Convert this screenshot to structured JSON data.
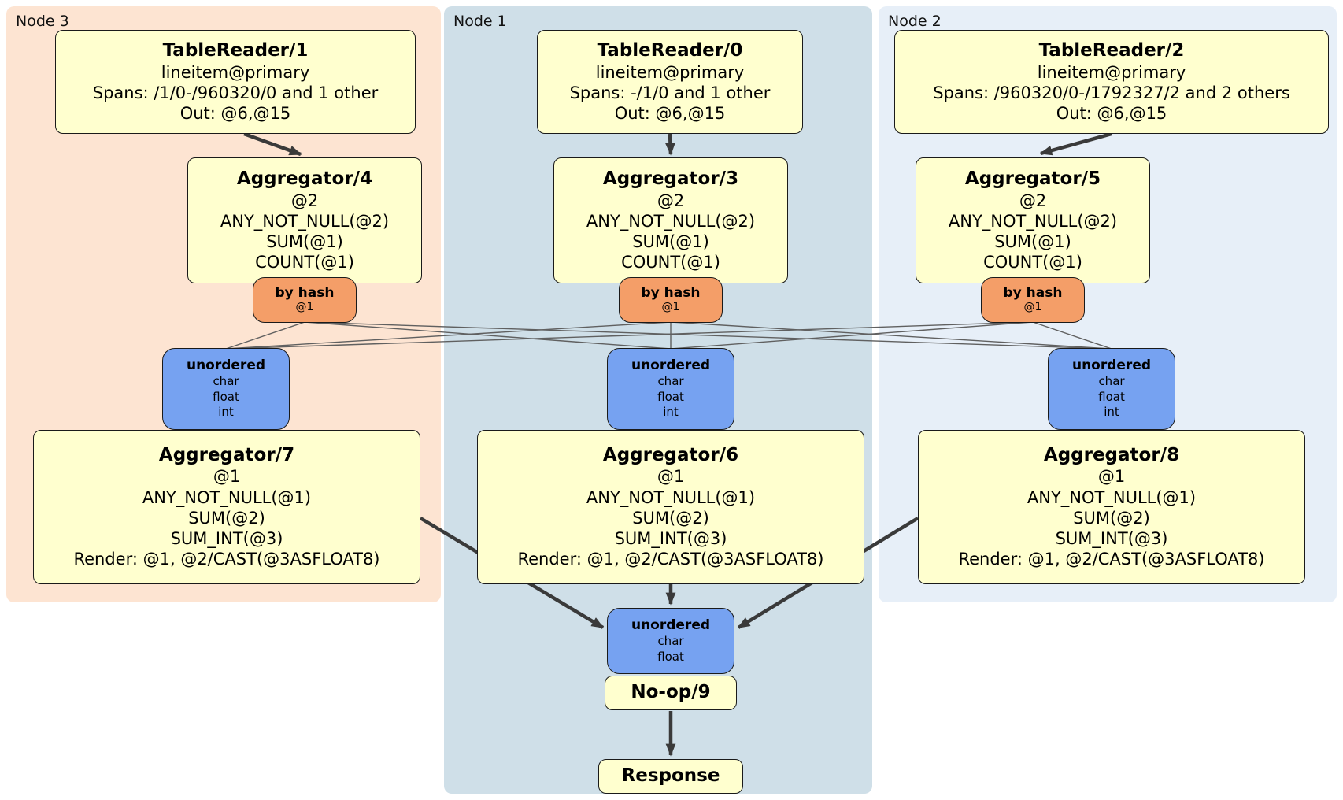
{
  "nodes": [
    {
      "label": "Node 3",
      "table_reader": {
        "title": "TableReader/1",
        "lines": [
          "lineitem@primary",
          "Spans: /1/0-/960320/0 and 1 other",
          "Out: @6,@15"
        ]
      },
      "agg_top": {
        "title": "Aggregator/4",
        "lines": [
          "@2",
          "ANY_NOT_NULL(@2)",
          "SUM(@1)",
          "COUNT(@1)"
        ]
      },
      "router": {
        "title": "by hash",
        "sub": "@1"
      },
      "sync": {
        "title": "unordered",
        "lines": [
          "char",
          "float",
          "int"
        ]
      },
      "agg_bottom": {
        "title": "Aggregator/7",
        "lines": [
          "@1",
          "ANY_NOT_NULL(@1)",
          "SUM(@2)",
          "SUM_INT(@3)",
          "Render: @1, @2/CAST(@3ASFLOAT8)"
        ]
      }
    },
    {
      "label": "Node 1",
      "table_reader": {
        "title": "TableReader/0",
        "lines": [
          "lineitem@primary",
          "Spans: -/1/0 and 1 other",
          "Out: @6,@15"
        ]
      },
      "agg_top": {
        "title": "Aggregator/3",
        "lines": [
          "@2",
          "ANY_NOT_NULL(@2)",
          "SUM(@1)",
          "COUNT(@1)"
        ]
      },
      "router": {
        "title": "by hash",
        "sub": "@1"
      },
      "sync": {
        "title": "unordered",
        "lines": [
          "char",
          "float",
          "int"
        ]
      },
      "agg_bottom": {
        "title": "Aggregator/6",
        "lines": [
          "@1",
          "ANY_NOT_NULL(@1)",
          "SUM(@2)",
          "SUM_INT(@3)",
          "Render: @1, @2/CAST(@3ASFLOAT8)"
        ]
      }
    },
    {
      "label": "Node 2",
      "table_reader": {
        "title": "TableReader/2",
        "lines": [
          "lineitem@primary",
          "Spans: /960320/0-/1792327/2 and 2 others",
          "Out: @6,@15"
        ]
      },
      "agg_top": {
        "title": "Aggregator/5",
        "lines": [
          "@2",
          "ANY_NOT_NULL(@2)",
          "SUM(@1)",
          "COUNT(@1)"
        ]
      },
      "router": {
        "title": "by hash",
        "sub": "@1"
      },
      "sync": {
        "title": "unordered",
        "lines": [
          "char",
          "float",
          "int"
        ]
      },
      "agg_bottom": {
        "title": "Aggregator/8",
        "lines": [
          "@1",
          "ANY_NOT_NULL(@1)",
          "SUM(@2)",
          "SUM_INT(@3)",
          "Render: @1, @2/CAST(@3ASFLOAT8)"
        ]
      }
    }
  ],
  "final_sync": {
    "title": "unordered",
    "lines": [
      "char",
      "float"
    ]
  },
  "noop": {
    "title": "No-op/9"
  },
  "response": {
    "title": "Response"
  },
  "colors": {
    "c-yellow": "#ffffcf",
    "c-orange": "#f49e68",
    "c-blue": "#76a2f1",
    "c-node1-bg": "#cfdfe8",
    "c-node2-bg": "#e7eff8",
    "c-node3-bg": "#fde4d2"
  }
}
